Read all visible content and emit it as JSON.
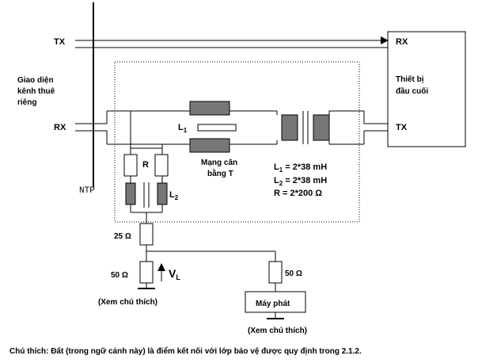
{
  "labels": {
    "tx_top_left": "TX",
    "rx_top_right": "RX",
    "interface_line1": "Giao diện",
    "interface_line2": "kênh thuê",
    "interface_line3": "riêng",
    "rx_left": "RX",
    "tx_right": "TX",
    "device_line1": "Thiết bị",
    "device_line2": "đầu cuối",
    "l1": "L",
    "l1_sub": "1",
    "r": "R",
    "l2": "L",
    "l2_sub": "2",
    "network_line1": "Mạng cân",
    "network_line2": "bằng T",
    "spec_l1": "L",
    "spec_l1_sub": "1",
    "spec_l1_val": " = 2*38 mH",
    "spec_l2": "L",
    "spec_l2_sub": "2",
    "spec_l2_val": " = 2*38 mH",
    "spec_r": "R = 2*200 Ω",
    "ntp": "NTP",
    "r25": "25 Ω",
    "r50_left": "50 Ω",
    "vl": "V",
    "vl_sub": "L",
    "r50_right": "50 Ω",
    "note_left": "(Xem chú thích)",
    "generator": "Máy phát",
    "note_right": "(Xem chú thích)",
    "footnote": "Chú thích: Đất (trong ngữ cảnh này) là điểm kết nối với lớp bảo vệ được quy định trong 2.1.2."
  },
  "colors": {
    "line": "#000000",
    "inductor_fill": "#777777",
    "background": "#ffffff"
  }
}
